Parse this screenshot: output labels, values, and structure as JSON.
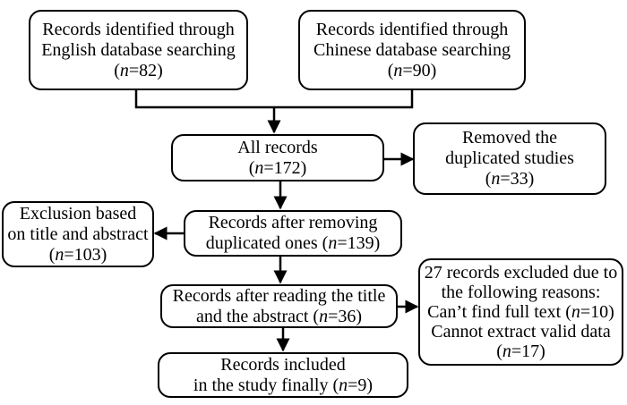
{
  "nodes": {
    "english": {
      "lines": [
        "Records identified through",
        "English database searching",
        "(n=82)"
      ]
    },
    "chinese": {
      "lines": [
        "Records identified through",
        "Chinese database searching",
        "(n=90)"
      ]
    },
    "all": {
      "lines": [
        "All records",
        "(n=172)"
      ]
    },
    "removed": {
      "lines": [
        "Removed the",
        "duplicated studies",
        "(n=33)"
      ]
    },
    "exclusion": {
      "lines": [
        "Exclusion based",
        "on title and abstract",
        "(n=103)"
      ]
    },
    "after_removing": {
      "lines": [
        "Records after removing",
        "duplicated ones (n=139)"
      ]
    },
    "after_reading": {
      "lines": [
        "Records after reading the title",
        "and the abstract (n=36)"
      ]
    },
    "excluded27": {
      "lines": [
        "27 records excluded due to",
        "the following reasons:",
        "Can’t find full text (n=10)",
        "Cannot extract valid data",
        "(n=17)"
      ]
    },
    "included": {
      "lines": [
        "Records included",
        "in the study finally (n=9)"
      ]
    }
  },
  "edges": [
    {
      "from": [
        "english",
        "chinese"
      ],
      "to": "all",
      "kind": "merge"
    },
    {
      "from": "all",
      "to": "removed",
      "kind": "arrow"
    },
    {
      "from": "all",
      "to": "after_removing",
      "kind": "arrow"
    },
    {
      "from": "after_removing",
      "to": "exclusion",
      "kind": "arrow"
    },
    {
      "from": "after_removing",
      "to": "after_reading",
      "kind": "arrow"
    },
    {
      "from": "after_reading",
      "to": "excluded27",
      "kind": "arrow"
    },
    {
      "from": "after_reading",
      "to": "included",
      "kind": "arrow"
    }
  ]
}
